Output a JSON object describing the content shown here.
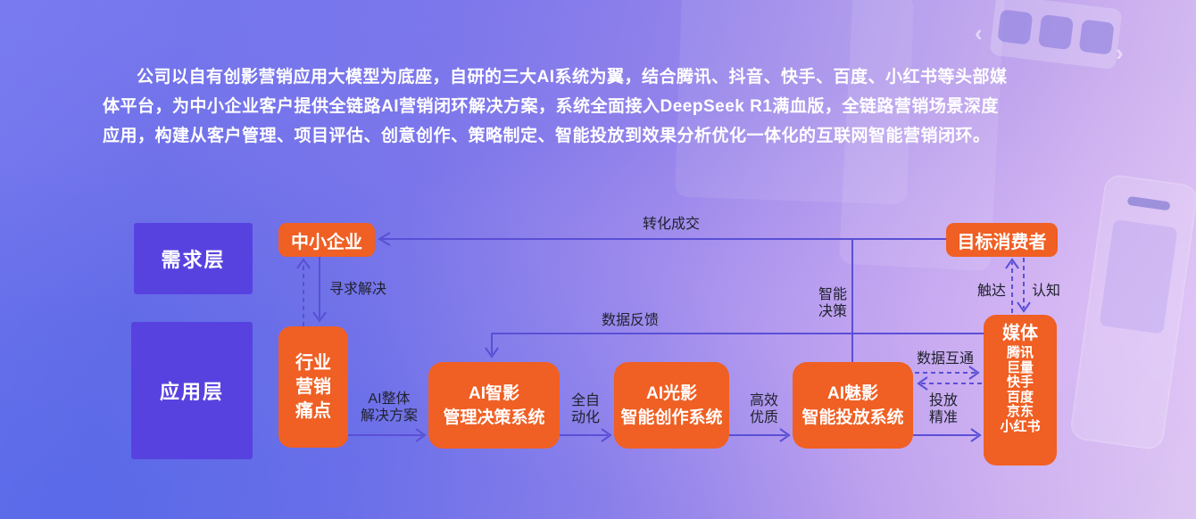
{
  "intro": {
    "paragraph": "公司以自有创影营销应用大模型为底座，自研的三大AI系统为翼，结合腾讯、抖音、快手、百度、小红书等头部媒体平台，为中小企业客户提供全链路AI营销闭环解决方案，系统全面接入DeepSeek R1满血版，全链路营销场景深度应用，构建从客户管理、项目评估、创意创作、策略制定、智能投放到效果分析优化一体化的互联网智能营销闭环。"
  },
  "layers": {
    "demand": "需求层",
    "application": "应用层"
  },
  "nodes": {
    "sme": "中小企业",
    "consumer": "目标消费者",
    "pain": "行业\n营销\n痛点",
    "sys1_line1": "AI智影",
    "sys1_line2": "管理决策系统",
    "sys2_line1": "AI光影",
    "sys2_line2": "智能创作系统",
    "sys3_line1": "AI魅影",
    "sys3_line2": "智能投放系统",
    "media_title": "媒体",
    "media_platforms": [
      "腾讯",
      "巨量",
      "快手",
      "百度",
      "京东",
      "小红书"
    ]
  },
  "edge_labels": {
    "conversion": "转化成交",
    "seek": "寻求解决",
    "decision": "智能\n决策",
    "feedback": "数据反馈",
    "overall_solution": "AI整体\n解决方案",
    "automation": "全自\n动化",
    "quality": "高效\n优质",
    "data_interop": "数据互通",
    "precise_delivery": "投放\n精准",
    "reach": "触达",
    "awareness": "认知"
  },
  "decor": {
    "carousel_prev": "‹",
    "carousel_next": "›"
  },
  "colors": {
    "accent_orange": "#f05f23",
    "layer_purple": "#5742e0",
    "connector_purple": "#5a4fd6",
    "label_dark": "#20222e",
    "background_left": "#6a6de6",
    "background_right": "#dcc6f2"
  }
}
